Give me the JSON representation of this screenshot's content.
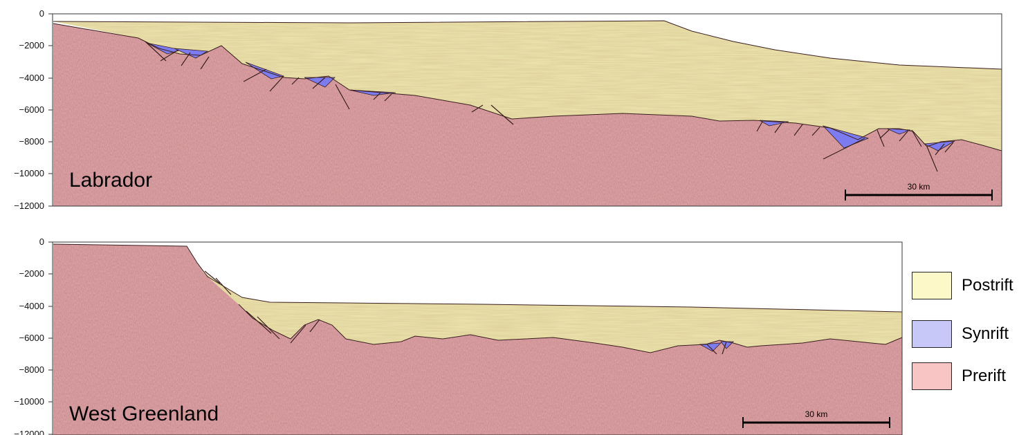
{
  "y_axis_ticks": [
    "0",
    "−2000",
    "−4000",
    "−6000",
    "−8000",
    "−10000",
    "−12000"
  ],
  "panels": [
    {
      "label": "Labrador",
      "scale_bar": "30 km"
    },
    {
      "label": "West Greenland",
      "scale_bar": "30 km"
    }
  ],
  "legend": [
    {
      "label": "Postrift",
      "color": "#fcf8c8"
    },
    {
      "label": "Synrift",
      "color": "#c8c8f8"
    },
    {
      "label": "Prerift",
      "color": "#f8c4c4"
    }
  ],
  "colors": {
    "postrift_fill": "#efe7b0",
    "synrift_fill": "#7c7cf0",
    "prerift_fill": "#e7a9ad",
    "fault_line": "#3a1e1e"
  }
}
